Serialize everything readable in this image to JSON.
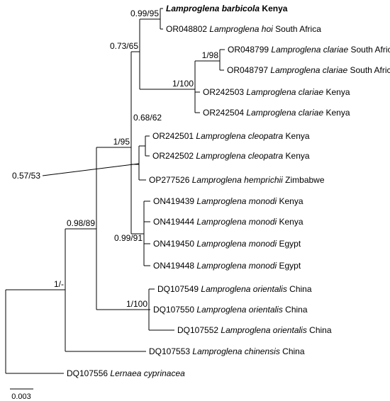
{
  "tree": {
    "taxa": [
      {
        "id": "",
        "genus": "Lamproglena",
        "species": "barbicola",
        "location": "Kenya",
        "bold": true
      },
      {
        "id": "OR048802",
        "genus": "Lamproglena",
        "species": "hoi",
        "location": "South Africa"
      },
      {
        "id": "OR048799",
        "genus": "Lamproglena",
        "species": "clariae",
        "location": "South Africa"
      },
      {
        "id": "OR048797",
        "genus": "Lamproglena",
        "species": "clariae",
        "location": "South Africa"
      },
      {
        "id": "OR242503",
        "genus": "Lamproglena",
        "species": "clariae",
        "location": "Kenya"
      },
      {
        "id": "OR242504",
        "genus": "Lamproglena",
        "species": "clariae",
        "location": "Kenya"
      },
      {
        "id": "OR242501",
        "genus": "Lamproglena",
        "species": "cleopatra",
        "location": "Kenya"
      },
      {
        "id": "OR242502",
        "genus": "Lamproglena",
        "species": "cleopatra",
        "location": "Kenya"
      },
      {
        "id": "OP277526",
        "genus": "Lamproglena",
        "species": "hemprichii",
        "location": "Zimbabwe"
      },
      {
        "id": "ON419439",
        "genus": "Lamproglena",
        "species": "monodi",
        "location": "Kenya"
      },
      {
        "id": "ON419444",
        "genus": "Lamproglena",
        "species": "monodi",
        "location": "Kenya"
      },
      {
        "id": "ON419450",
        "genus": "Lamproglena",
        "species": "monodi",
        "location": "Egypt"
      },
      {
        "id": "ON419448",
        "genus": "Lamproglena",
        "species": "monodi",
        "location": "Egypt"
      },
      {
        "id": "DQ107549",
        "genus": "Lamproglena",
        "species": "orientalis",
        "location": "China"
      },
      {
        "id": "DQ107550",
        "genus": "Lamproglena",
        "species": "orientalis",
        "location": "China"
      },
      {
        "id": "DQ107552",
        "genus": "Lamproglena",
        "species": "orientalis",
        "location": "China"
      },
      {
        "id": "DQ107553",
        "genus": "Lamproglena",
        "species": "chinensis",
        "location": "China"
      },
      {
        "id": "DQ107556",
        "genus": "Lernaea",
        "species": "cyprinacea",
        "location": ""
      }
    ],
    "support": [
      {
        "node": "barbicola-hoi",
        "value": "0.99/95"
      },
      {
        "node": "barbicola-clade",
        "value": "0.73/65"
      },
      {
        "node": "clariae-sa",
        "value": "1/98"
      },
      {
        "node": "clariae-all",
        "value": "1/100"
      },
      {
        "node": "cleopatra",
        "value": "0.68/62"
      },
      {
        "node": "core",
        "value": "1/95"
      },
      {
        "node": "cleopatra-hemprichii",
        "value": "0.57/53"
      },
      {
        "node": "monodi",
        "value": "0.99/91"
      },
      {
        "node": "ingroup-orientalis",
        "value": "0.98/89"
      },
      {
        "node": "orientalis",
        "value": "1/100"
      },
      {
        "node": "lamproglena",
        "value": "1/-"
      }
    ],
    "scale_bar": "0.003"
  }
}
